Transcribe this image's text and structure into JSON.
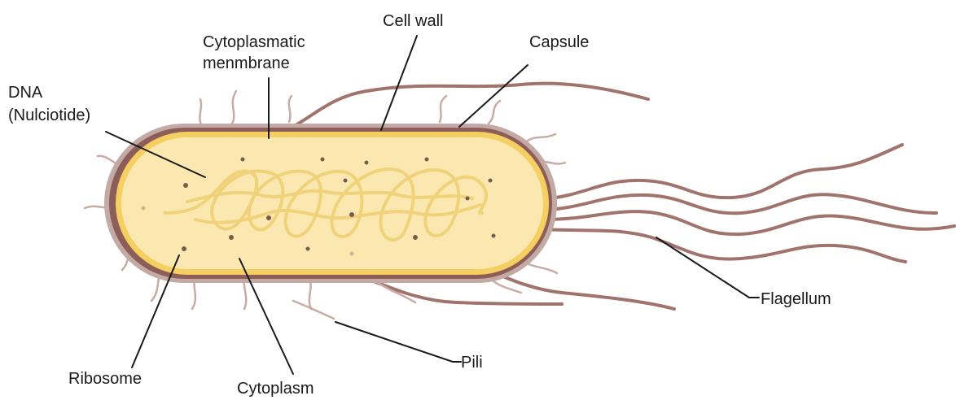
{
  "labels": {
    "cell_wall": "Cell wall",
    "cytoplasmic_membrane_line1": "Cytoplasmatic",
    "cytoplasmic_membrane_line2": "menmbrane",
    "capsule": "Capsule",
    "dna_line1": "DNA",
    "dna_line2": "(Nulciotide)",
    "flagellum": "Flagellum",
    "pili": "Pili",
    "ribosome": "Ribosome",
    "cytoplasm": "Cytoplasm"
  },
  "colors": {
    "capsule": "#b89c96",
    "cell_wall": "#8d5e57",
    "membrane": "#f5cf62",
    "cytoplasm": "#fbe7b0",
    "dna": "#efd27a",
    "flagella": "#a0746c",
    "pili": "#c9aba5",
    "ribosome": "#7a5a4e",
    "leader_line": "#1a1a1a"
  }
}
